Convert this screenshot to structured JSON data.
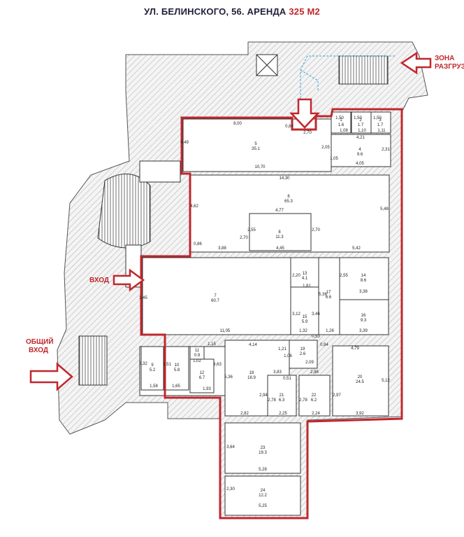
{
  "title": {
    "main": "УЛ. БЕЛИНСКОГО, 56. АРЕНДА ",
    "area": "325 М2"
  },
  "labels": {
    "zone": "ЗОНА",
    "zone2": "РАЗГРУЗ",
    "entrance": "ВХОД",
    "common1": "ОБЩИЙ",
    "common2": "ВХОД"
  },
  "rooms": [
    {
      "n": "5",
      "a": "35.1"
    },
    {
      "n": "1",
      "a": "1.6"
    },
    {
      "n": "2",
      "a": "1.7"
    },
    {
      "n": "3",
      "a": "1.7"
    },
    {
      "n": "4",
      "a": "9.6"
    },
    {
      "n": "6",
      "a": "65.3"
    },
    {
      "n": "8",
      "a": "11.3"
    },
    {
      "n": "7",
      "a": "60.7"
    },
    {
      "n": "13",
      "a": "4.1"
    },
    {
      "n": "15",
      "a": "5.9"
    },
    {
      "n": "17",
      "a": "6.6"
    },
    {
      "n": "14",
      "a": "8.6"
    },
    {
      "n": "16",
      "a": "9.3"
    },
    {
      "n": "9",
      "a": "5.2"
    },
    {
      "n": "10",
      "a": "5.8"
    },
    {
      "n": "11",
      "a": "0.9"
    },
    {
      "n": "12",
      "a": "6.7"
    },
    {
      "n": "18",
      "a": "18.9"
    },
    {
      "n": "19",
      "a": "2.6"
    },
    {
      "n": "20",
      "a": "24.5"
    },
    {
      "n": "21",
      "a": "6.3"
    },
    {
      "n": "22",
      "a": "6.2"
    },
    {
      "n": "23",
      "a": "19.3"
    },
    {
      "n": "24",
      "a": "12.2"
    }
  ],
  "dims": [
    "8,00",
    "0,84",
    "2,70",
    "1,50",
    "1,50",
    "1,50",
    "4,21",
    "1,08",
    "1,10",
    "1,11",
    "4,49",
    "2,05",
    "1,05",
    "2,31",
    "10,70",
    "4,05",
    "14,30",
    "4,62",
    "4,77",
    "5,48",
    "2,70",
    "2,55",
    "2,70",
    "0,86",
    "3,88",
    "4,45",
    "5,42",
    "2,20",
    "1,81",
    "2,55",
    "3,38",
    "3,12",
    "3,46",
    "5,36",
    "1,32",
    "1,26",
    "3,39",
    "0,53",
    "0,94",
    "11,05",
    "4,14",
    "1,21",
    "1,06",
    "4,79",
    "1,15",
    "3,32",
    "3,51",
    "1,02",
    "3,63",
    "1,58",
    "1,65",
    "1,93",
    "5,36",
    "3,83",
    "0,51",
    "2,09",
    "2,96",
    "5,12",
    "2,94",
    "2,78",
    "2,78",
    "2,97",
    "2,25",
    "2,24",
    "2,82",
    "3,92",
    "3,64",
    "5,28",
    "2,30",
    "5,25",
    "3,45"
  ]
}
